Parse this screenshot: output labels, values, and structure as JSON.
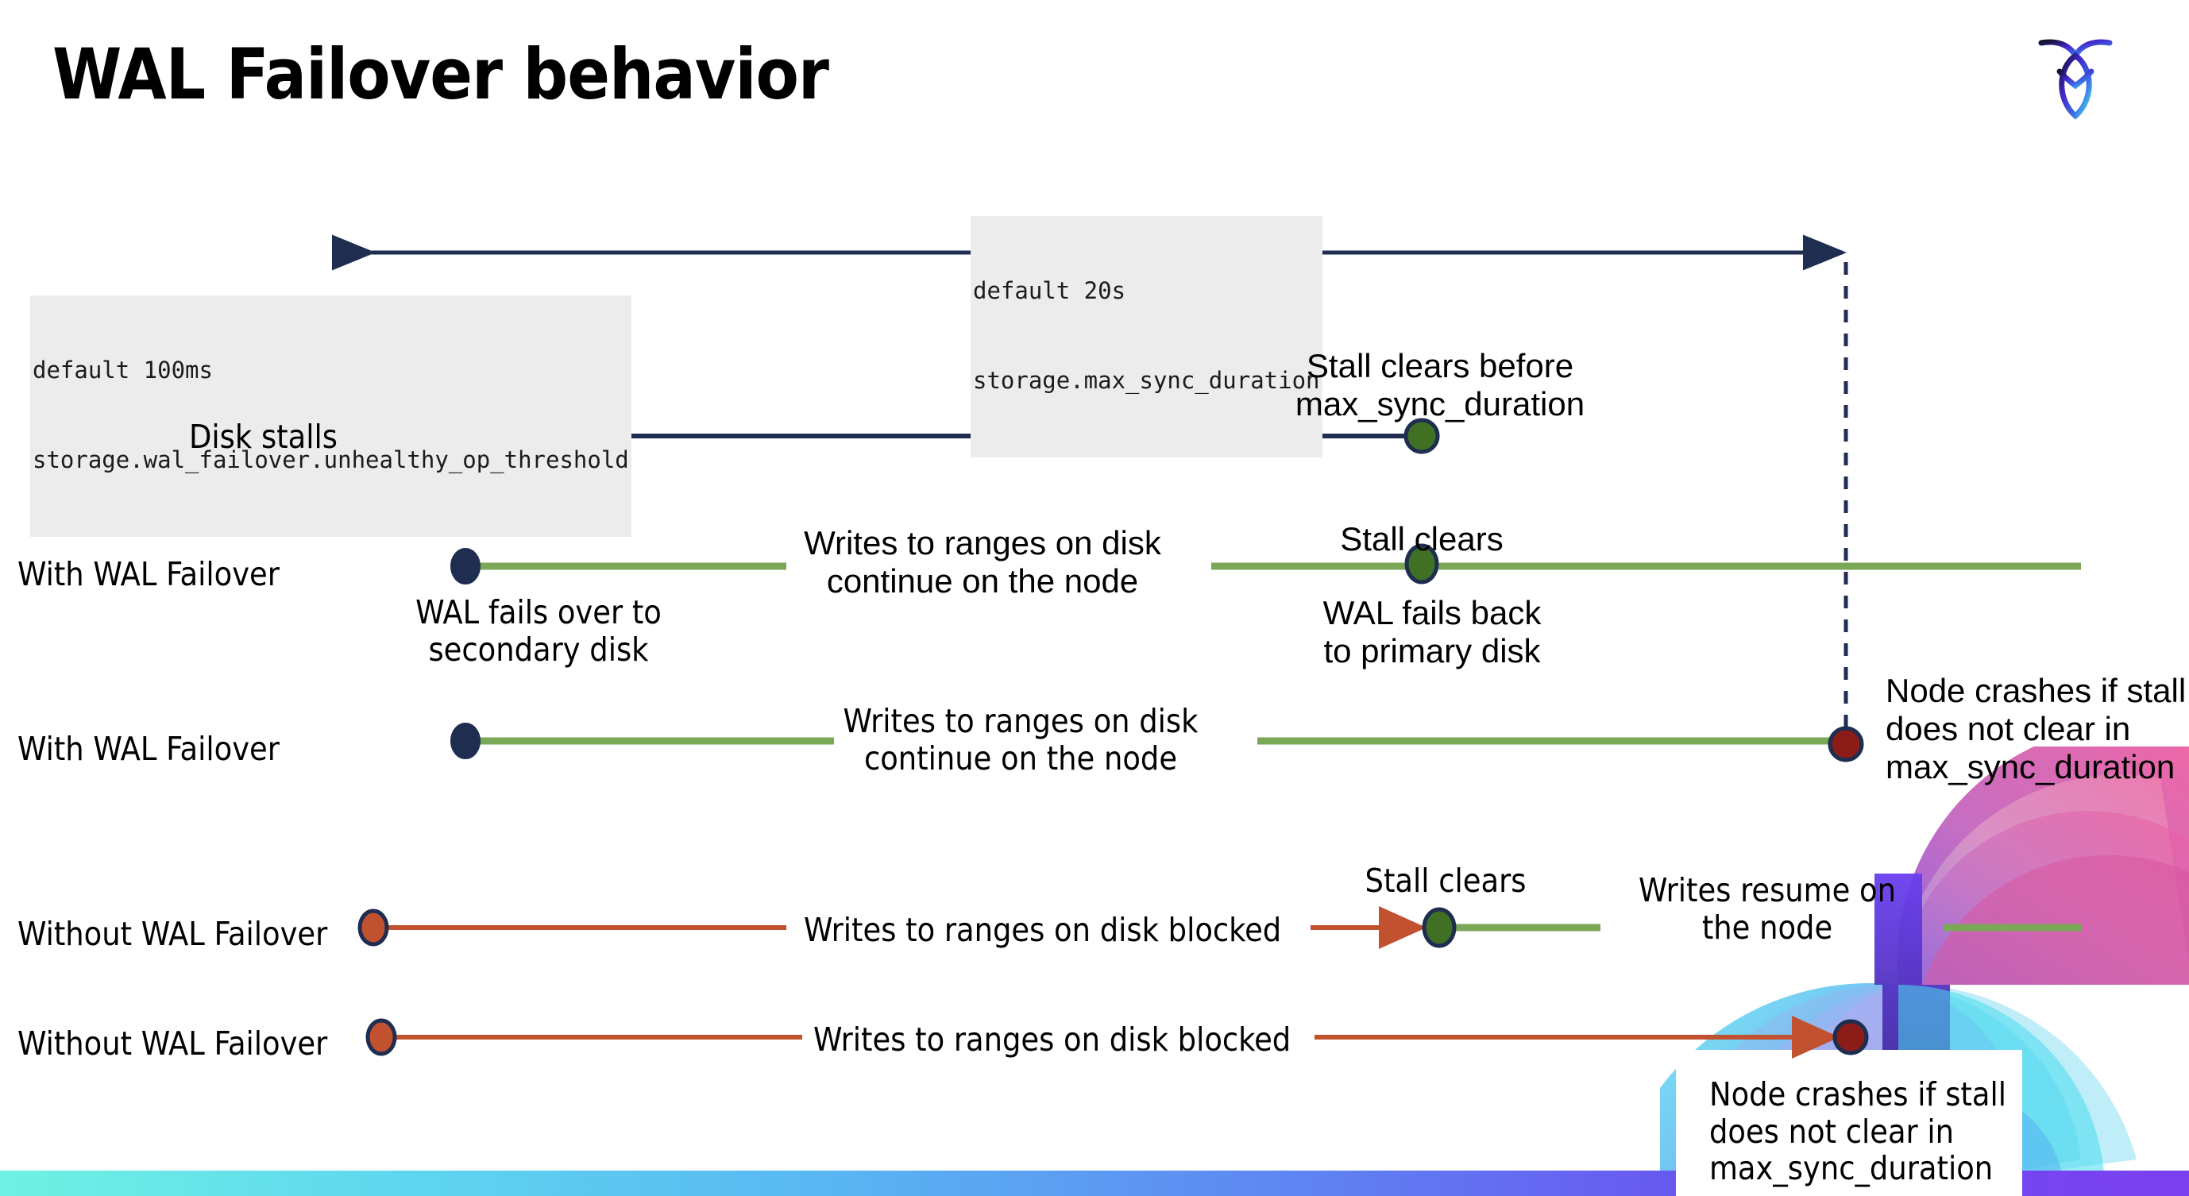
{
  "slide": {
    "title": "WAL Failover behavior",
    "logo_name": "cockroachdb-logo"
  },
  "settings": {
    "max_sync": {
      "line1": "default 20s",
      "line2": "storage.max_sync_duration"
    },
    "unhealthy_op": {
      "line1": "default 100ms",
      "line2": "storage.wal_failover.unhealthy_op_threshold"
    }
  },
  "rows": [
    {
      "label": "Disk stalls",
      "note_top": "Stall clears before\nmax_sync_duration"
    },
    {
      "label": "With WAL Failover",
      "note_mid": "Writes to ranges on disk\ncontinue on the node",
      "note_top": "Stall clears",
      "note_below_start": "WAL fails over to\nsecondary disk",
      "note_below_end": "WAL fails  back\nto primary disk"
    },
    {
      "label": "With WAL Failover",
      "note_mid": "Writes to ranges on disk\ncontinue on the node",
      "note_right": "Node crashes if stall\ndoes not clear in\nmax_sync_duration"
    },
    {
      "label": "Without WAL Failover",
      "note_mid": "Writes to ranges on disk  blocked",
      "note_top": "Stall clears",
      "note_right": "Writes resume on\nthe node"
    },
    {
      "label": "Without WAL Failover",
      "note_mid": "Writes to ranges on disk  blocked",
      "note_right": "Node crashes if stall\ndoes not clear in\nmax_sync_duration"
    }
  ],
  "colors": {
    "navy": "#1e2d50",
    "stall_orange": "#c2512f",
    "clear_green": "#3f7023",
    "line_green": "#7aa857",
    "crash_red": "#8b1c18",
    "code_bg": "#ececec"
  },
  "legend": {
    "stall_start_dot": "disk-stall-start",
    "failover_dot": "wal-failover-point",
    "stall_clear_dot": "stall-clears-point",
    "crash_dot": "node-crash-point"
  }
}
